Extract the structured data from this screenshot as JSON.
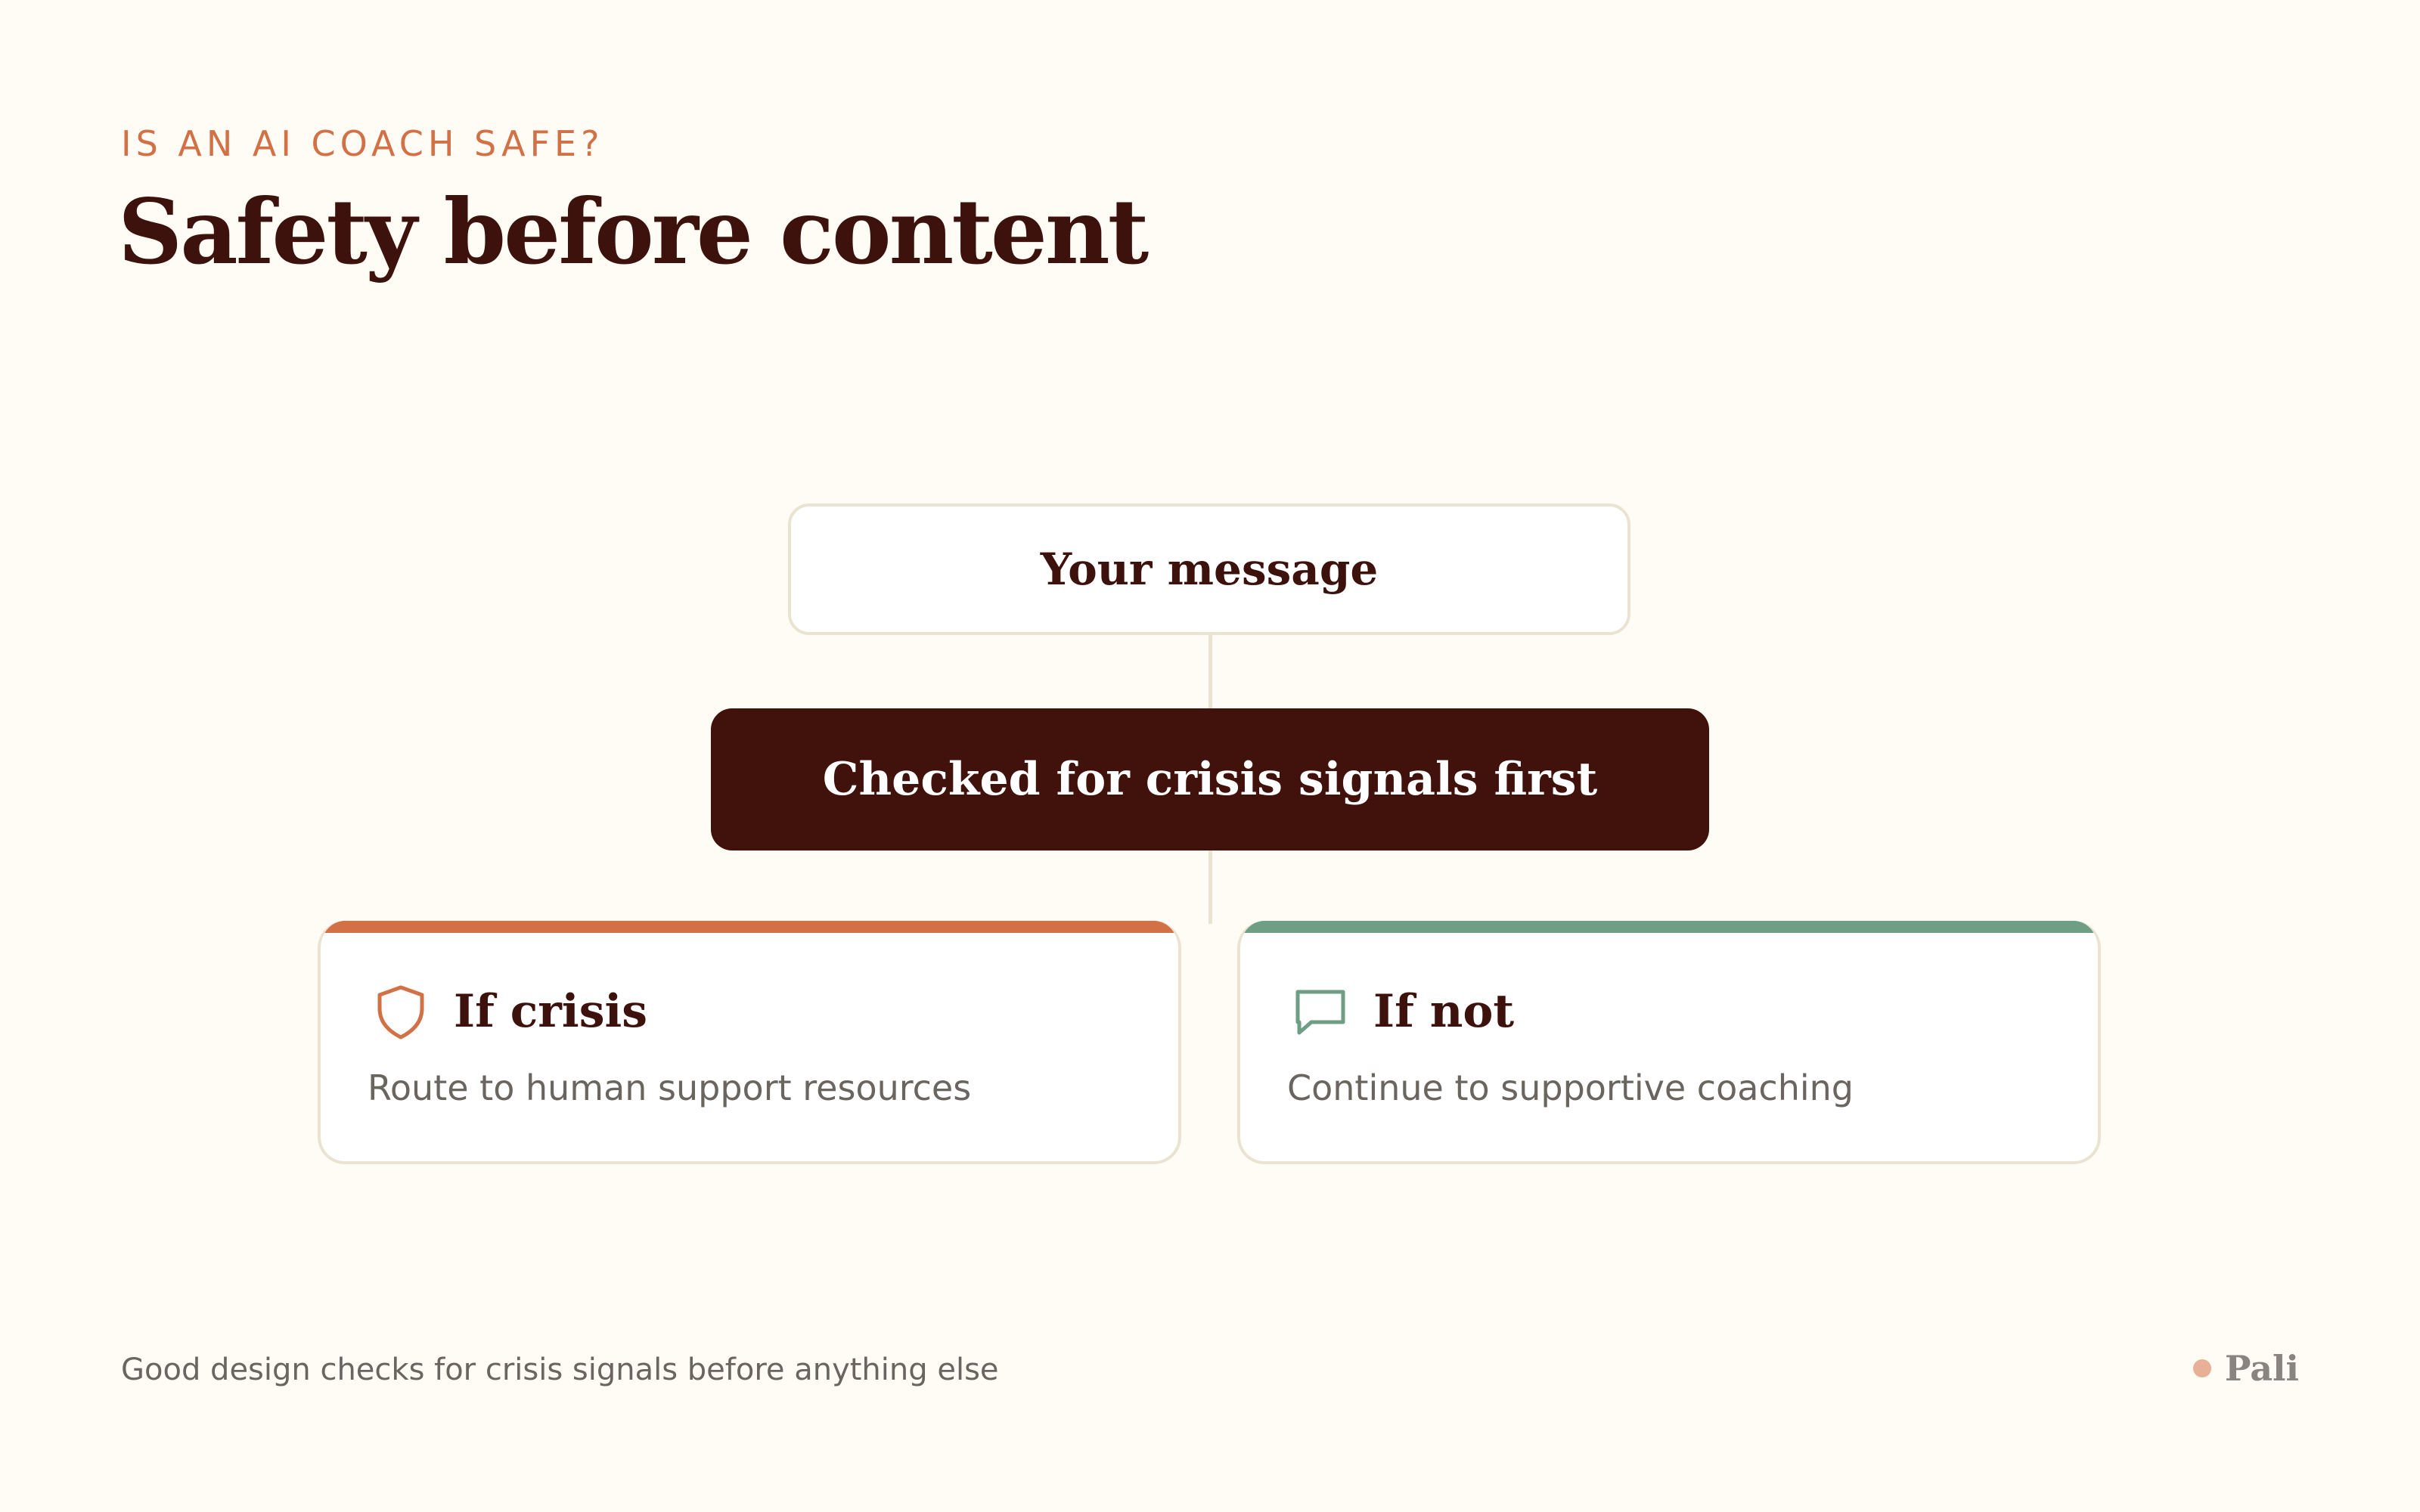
{
  "header": {
    "eyebrow": "IS AN AI COACH SAFE?",
    "title": "Safety before content"
  },
  "flow": {
    "input_node": "Your message",
    "check_node": "Checked for crisis signals first",
    "branches": [
      {
        "title": "If crisis",
        "description": "Route to human support resources",
        "icon": "shield-icon",
        "accent_color": "#d27146"
      },
      {
        "title": "If not",
        "description": "Continue to supportive coaching",
        "icon": "chat-bubble-icon",
        "accent_color": "#6e9e84"
      }
    ]
  },
  "footer": {
    "note": "Good design checks for crisis signals before anything else",
    "brand": "Pali"
  },
  "colors": {
    "background": "#fffbf5",
    "primary_dark": "#41110b",
    "accent_orange": "#d27146",
    "accent_green": "#6e9e84",
    "border": "#ebe3d2",
    "muted_text": "#6b6560"
  }
}
